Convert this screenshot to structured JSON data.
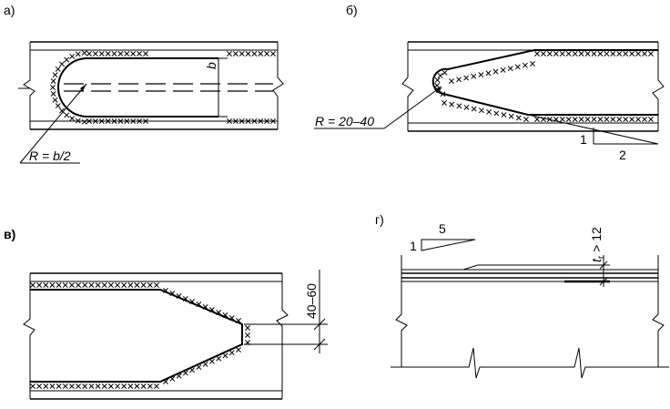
{
  "panels": {
    "a": {
      "label": "а)",
      "radius_label": "R = b/2",
      "dimension_label": "b"
    },
    "b": {
      "label": "б)",
      "radius_label": "R = 20–40",
      "slope_rise": "1",
      "slope_run": "2"
    },
    "c": {
      "label": "в)",
      "dimension_label": "40–60"
    },
    "d": {
      "label": "г)",
      "slope_rise": "1",
      "slope_run": "5",
      "thickness_label": "t",
      "thickness_sub": "r",
      "thickness_rest": " > 12"
    }
  }
}
